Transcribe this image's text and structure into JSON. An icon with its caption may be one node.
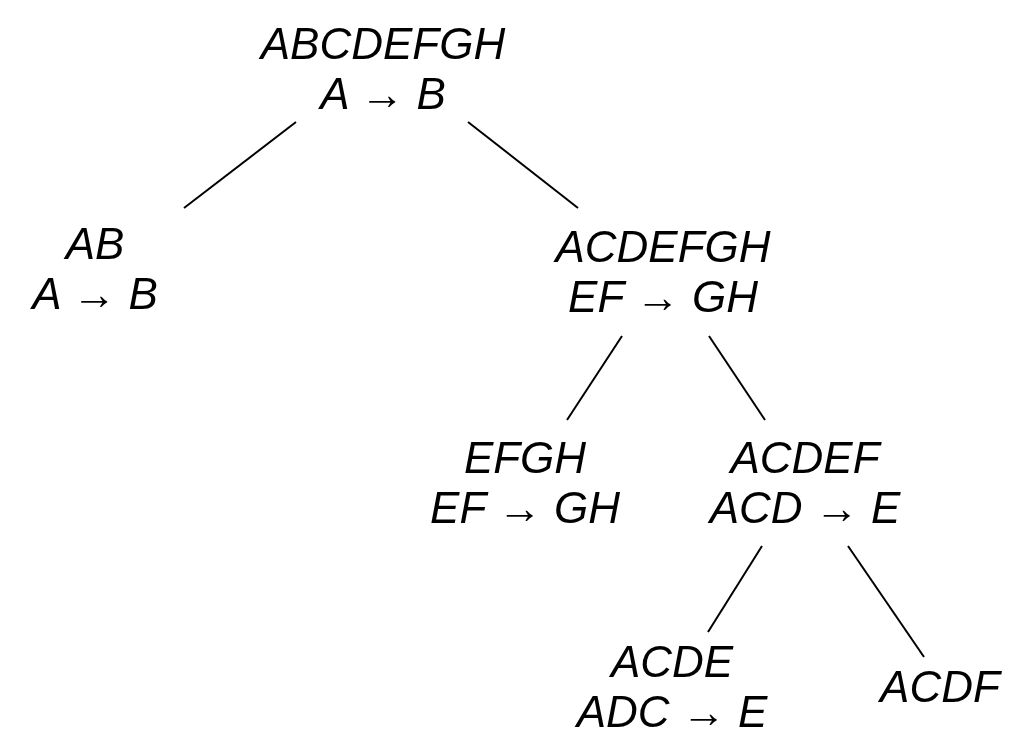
{
  "diagram": {
    "nodes": [
      {
        "text": [
          "ABCDEFGH",
          "A → B"
        ]
      },
      {
        "text": [
          "AB",
          "A → B"
        ]
      },
      {
        "text": [
          "ACDEFGH",
          "EF → GH"
        ]
      },
      {
        "text": [
          "EFGH",
          "EF → GH"
        ]
      },
      {
        "text": [
          "ACDEF",
          "ACD → E"
        ]
      },
      {
        "text": [
          "ACDE",
          "ADC → E"
        ]
      },
      {
        "text": [
          "ACDF"
        ]
      }
    ],
    "edges": [
      {
        "from": 0,
        "to": 1,
        "arrow": "none"
      },
      {
        "from": 0,
        "to": 2,
        "arrow": "none"
      },
      {
        "from": 2,
        "to": 3,
        "arrow": "none"
      },
      {
        "from": 2,
        "to": 4,
        "arrow": "none"
      },
      {
        "from": 4,
        "to": 5,
        "arrow": "none"
      },
      {
        "from": 4,
        "to": 6,
        "arrow": "none"
      }
    ]
  }
}
